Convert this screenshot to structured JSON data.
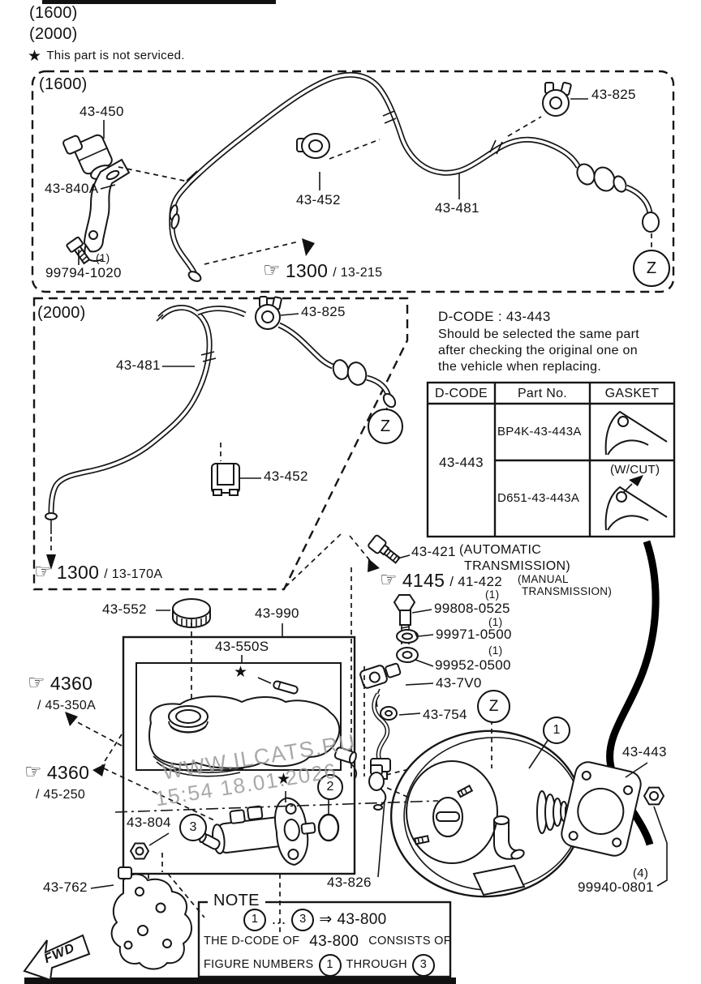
{
  "page": {
    "variant_top1": "(1600)",
    "variant_top2": "(2000)",
    "star_note": "This part is not serviced.",
    "fwd": "FWD",
    "watermark_line1": "WWW.ILCATS.RU",
    "watermark_line2": "15:54 18.01.2026"
  },
  "icons": {
    "star": "★",
    "hand": "☞",
    "ellipsis": "…",
    "arrow": "⇒"
  },
  "box1600": {
    "title": "(1600)",
    "p43450": "43-450",
    "p43840A": "43-840A",
    "qty99794": "(1)",
    "p99794": "99794-1020",
    "p43452": "43-452",
    "p43481": "43-481",
    "p43825": "43-825",
    "ref_num": "1300",
    "ref_suffix": "/ 13-215",
    "zone": "Z"
  },
  "box2000": {
    "title": "(2000)",
    "p43481": "43-481",
    "p43825": "43-825",
    "p43452": "43-452",
    "ref_num": "1300",
    "ref_suffix": "/ 13-170A",
    "zone": "Z"
  },
  "dcode": {
    "title": "D-CODE : 43-443",
    "line1": "Should be selected the same part",
    "line2": "after checking the original one on",
    "line3": "the vehicle when replacing.",
    "col_dcode": "D-CODE",
    "col_partno": "Part No.",
    "col_gasket": "GASKET",
    "dcode_value": "43-443",
    "row1_part": "BP4K-43-443A",
    "row2_part": "D651-43-443A",
    "row2_note": "(W/CUT)"
  },
  "valve": {
    "p43421": "43-421",
    "auto1": "(AUTOMATIC",
    "auto2": "TRANSMISSION)",
    "ref_num": "4145",
    "ref_suffix": "/ 41-422",
    "manual1": "(MANUAL",
    "manual2": "TRANSMISSION)"
  },
  "fasteners": {
    "qty1": "(1)",
    "p99808": "99808-0525",
    "qty2": "(1)",
    "p99971": "99971-0500",
    "qty3": "(1)",
    "p99952": "99952-0500"
  },
  "hoseparts": {
    "p437V0": "43-7V0",
    "p43754": "43-754",
    "zone": "Z",
    "fig1": "1"
  },
  "master": {
    "p43552": "43-552",
    "p43990": "43-990",
    "p43550S": "43-550S",
    "ref1_num": "4360",
    "ref1_suffix": "/ 45-350A",
    "ref2_num": "4360",
    "ref2_suffix": "/ 45-250",
    "p43804": "43-804",
    "fig3": "3",
    "fig2": "2",
    "p43762": "43-762"
  },
  "booster": {
    "p43826": "43-826",
    "p43443": "43-443",
    "qty99940": "(4)",
    "p99940": "99940-0801"
  },
  "note": {
    "title": "NOTE",
    "fig_a": "1",
    "fig_b": "3",
    "result": "43-800",
    "line2_pre": "THE D-CODE OF",
    "line2_code": "43-800",
    "line2_post": "CONSISTS OF",
    "line3_pre": "FIGURE NUMBERS",
    "line3_fig1": "1",
    "line3_mid": "THROUGH",
    "line3_fig3": "3"
  }
}
